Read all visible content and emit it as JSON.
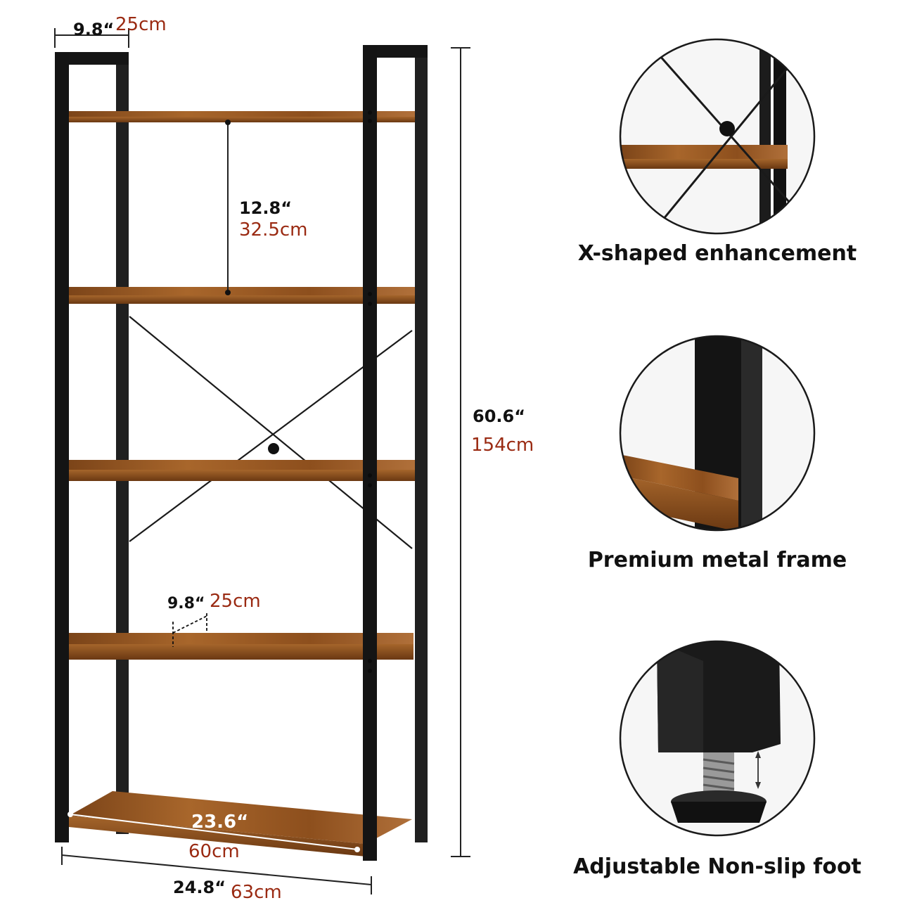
{
  "colors": {
    "frame": "#151515",
    "wood": "#9c5a23",
    "wood_dark": "#6e3c14",
    "wood_light": "#c07d3c",
    "inch_text": "#111111",
    "cm_text": "#9a2a12",
    "dimension_line": "#222222"
  },
  "dimensions": {
    "top_depth": {
      "inch": "9.8“",
      "cm": "25cm"
    },
    "shelf_gap": {
      "inch": "12.8“",
      "cm": "32.5cm"
    },
    "height": {
      "inch": "60.6“",
      "cm": "154cm"
    },
    "shelf_depth": {
      "inch": "9.8“",
      "cm": "25cm"
    },
    "shelf_width": {
      "inch": "23.6“",
      "cm": "60cm"
    },
    "overall_width": {
      "inch": "24.8“",
      "cm": "63cm"
    }
  },
  "features": [
    {
      "label": "X-shaped enhancement",
      "icon": "x-brace-detail"
    },
    {
      "label": "Premium metal frame",
      "icon": "metal-frame-detail"
    },
    {
      "label": "Adjustable Non-slip foot",
      "icon": "adjustable-foot-detail"
    }
  ]
}
